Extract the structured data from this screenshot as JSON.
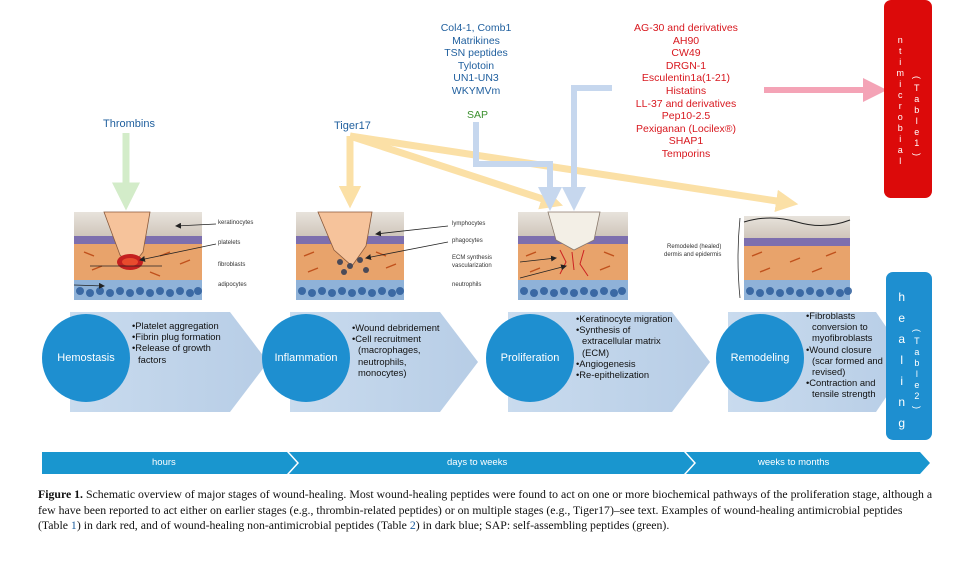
{
  "colors": {
    "antimicrobial": "#d8181f",
    "non_antimicrobial": "#1f5f9e",
    "self_assembling": "#3a8f2d",
    "stage_circle": "#1e8fd0",
    "timeline": "#1996cf"
  },
  "top_labels": {
    "thrombins": "Thrombins",
    "tiger17": "Tiger17",
    "sap": "SAP"
  },
  "non_antimicrobial_peptides": [
    "Col4-1, Comb1",
    "Matrikines",
    "TSN peptides",
    "Tylotoin",
    "UN1-UN3",
    "WKYMVm"
  ],
  "antimicrobial_peptides": [
    "AG-30 and derivatives",
    "AH90",
    "CW49",
    "DRGN-1",
    "Esculentin1a(1-21)",
    "Histatins",
    "LL-37 and derivatives",
    "Pep10-2.5",
    "Pexiganan (Locilex®)",
    "SHAP1",
    "Temporins"
  ],
  "side_boxes": {
    "antimicrobial_letters": [
      "n",
      "t",
      "i",
      "m",
      "i",
      "c",
      "r",
      "o",
      "b",
      "i",
      "a",
      "l"
    ],
    "antimicrobial_table": [
      "(",
      "T",
      "a",
      "b",
      "l",
      "e",
      "",
      "1",
      ")"
    ],
    "healing_letters": [
      "h",
      "e",
      "a",
      "l",
      "i",
      "n",
      "g"
    ],
    "healing_table": [
      "(",
      "T",
      "a",
      "b",
      "l",
      "e",
      "",
      "2",
      ")"
    ]
  },
  "annotations": {
    "hemostasis": [
      "keratinocytes",
      "platelets",
      "fibroblasts",
      "adipocytes"
    ],
    "inflammation": [
      "lymphocytes",
      "phagocytes"
    ],
    "proliferation": [
      "ECM synthesis",
      "vascularization",
      "neutrophils"
    ],
    "remodeling": [
      "Remodeled (healed)",
      "dermis and epidermis"
    ]
  },
  "stages": [
    {
      "name": "Hemostasis",
      "bullets": [
        "•Platelet aggregation",
        "•Fibrin plug formation",
        "•Release of growth factors"
      ]
    },
    {
      "name": "Inflammation",
      "bullets": [
        "•Wound debridement",
        "•Cell recruitment (macrophages, neutrophils, monocytes)"
      ]
    },
    {
      "name": "Proliferation",
      "bullets": [
        "•Keratinocyte migration",
        "•Synthesis of extracellular matrix (ECM)",
        "•Angiogenesis",
        "•Re-epithelization"
      ]
    },
    {
      "name": "Remodeling",
      "bullets": [
        "•Fibroblasts conversion to myofibroblasts",
        "•Wound closure (scar formed and revised)",
        "•Contraction and tensile strength"
      ]
    }
  ],
  "timeline": [
    "hours",
    "days to weeks",
    "weeks to months"
  ],
  "caption": {
    "label": "Figure 1.",
    "text_1": " Schematic overview of major stages of wound-healing. Most wound-healing peptides were found to act on one or more biochemical pathways of the proliferation stage, although a few have been reported to act either on earlier stages (e.g., thrombin-related peptides) or on multiple stages (e.g., Tiger17)–see text. Examples of wound-healing antimicrobial peptides (Table ",
    "ref_1": "1",
    "text_2": ") in dark red, and of wound-healing non-antimicrobial peptides (Table ",
    "ref_2": "2",
    "text_3": ") in dark blue; SAP: self-assembling peptides (green)."
  }
}
